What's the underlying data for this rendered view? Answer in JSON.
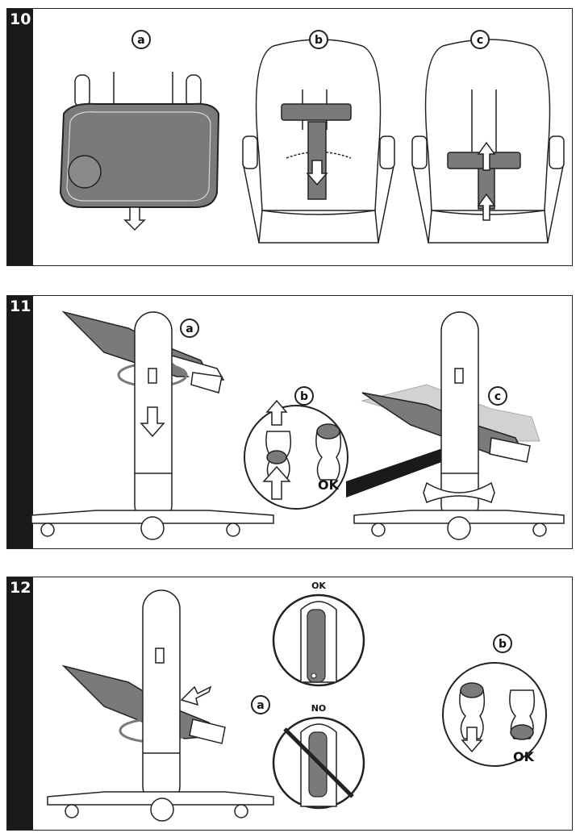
{
  "colors": {
    "ink": "#222222",
    "grey": "#7a7a7a",
    "light": "#ffffff",
    "sidebar": "#1a1a1a"
  },
  "steps": [
    {
      "number": "10",
      "callouts": {
        "a": "a",
        "b": "b",
        "c": "c"
      }
    },
    {
      "number": "11",
      "callouts": {
        "a": "a",
        "b": "b",
        "c": "c"
      },
      "ok": "OK"
    },
    {
      "number": "12",
      "callouts": {
        "a": "a",
        "b": "b"
      },
      "ok_top": "OK",
      "no_label": "NO",
      "ok": "OK"
    }
  ]
}
